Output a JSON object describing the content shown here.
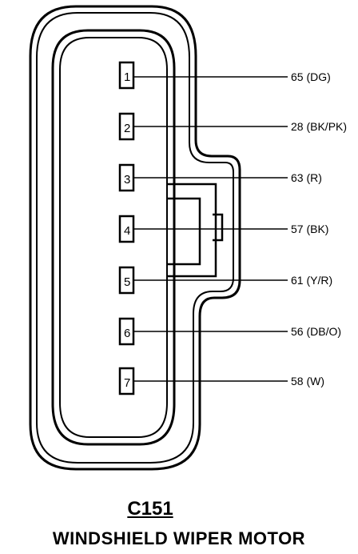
{
  "connector": {
    "id": "C151",
    "component": "WINDSHIELD WIPER MOTOR",
    "pins": [
      {
        "pin": "1",
        "circuit": "65 (DG)"
      },
      {
        "pin": "2",
        "circuit": "28 (BK/PK)"
      },
      {
        "pin": "3",
        "circuit": "63 (R)"
      },
      {
        "pin": "4",
        "circuit": "57 (BK)"
      },
      {
        "pin": "5",
        "circuit": "61 (Y/R)"
      },
      {
        "pin": "6",
        "circuit": "56 (DB/O)"
      },
      {
        "pin": "7",
        "circuit": "58 (W)"
      }
    ]
  },
  "colors": {
    "ink": "#000000",
    "background": "#ffffff"
  }
}
